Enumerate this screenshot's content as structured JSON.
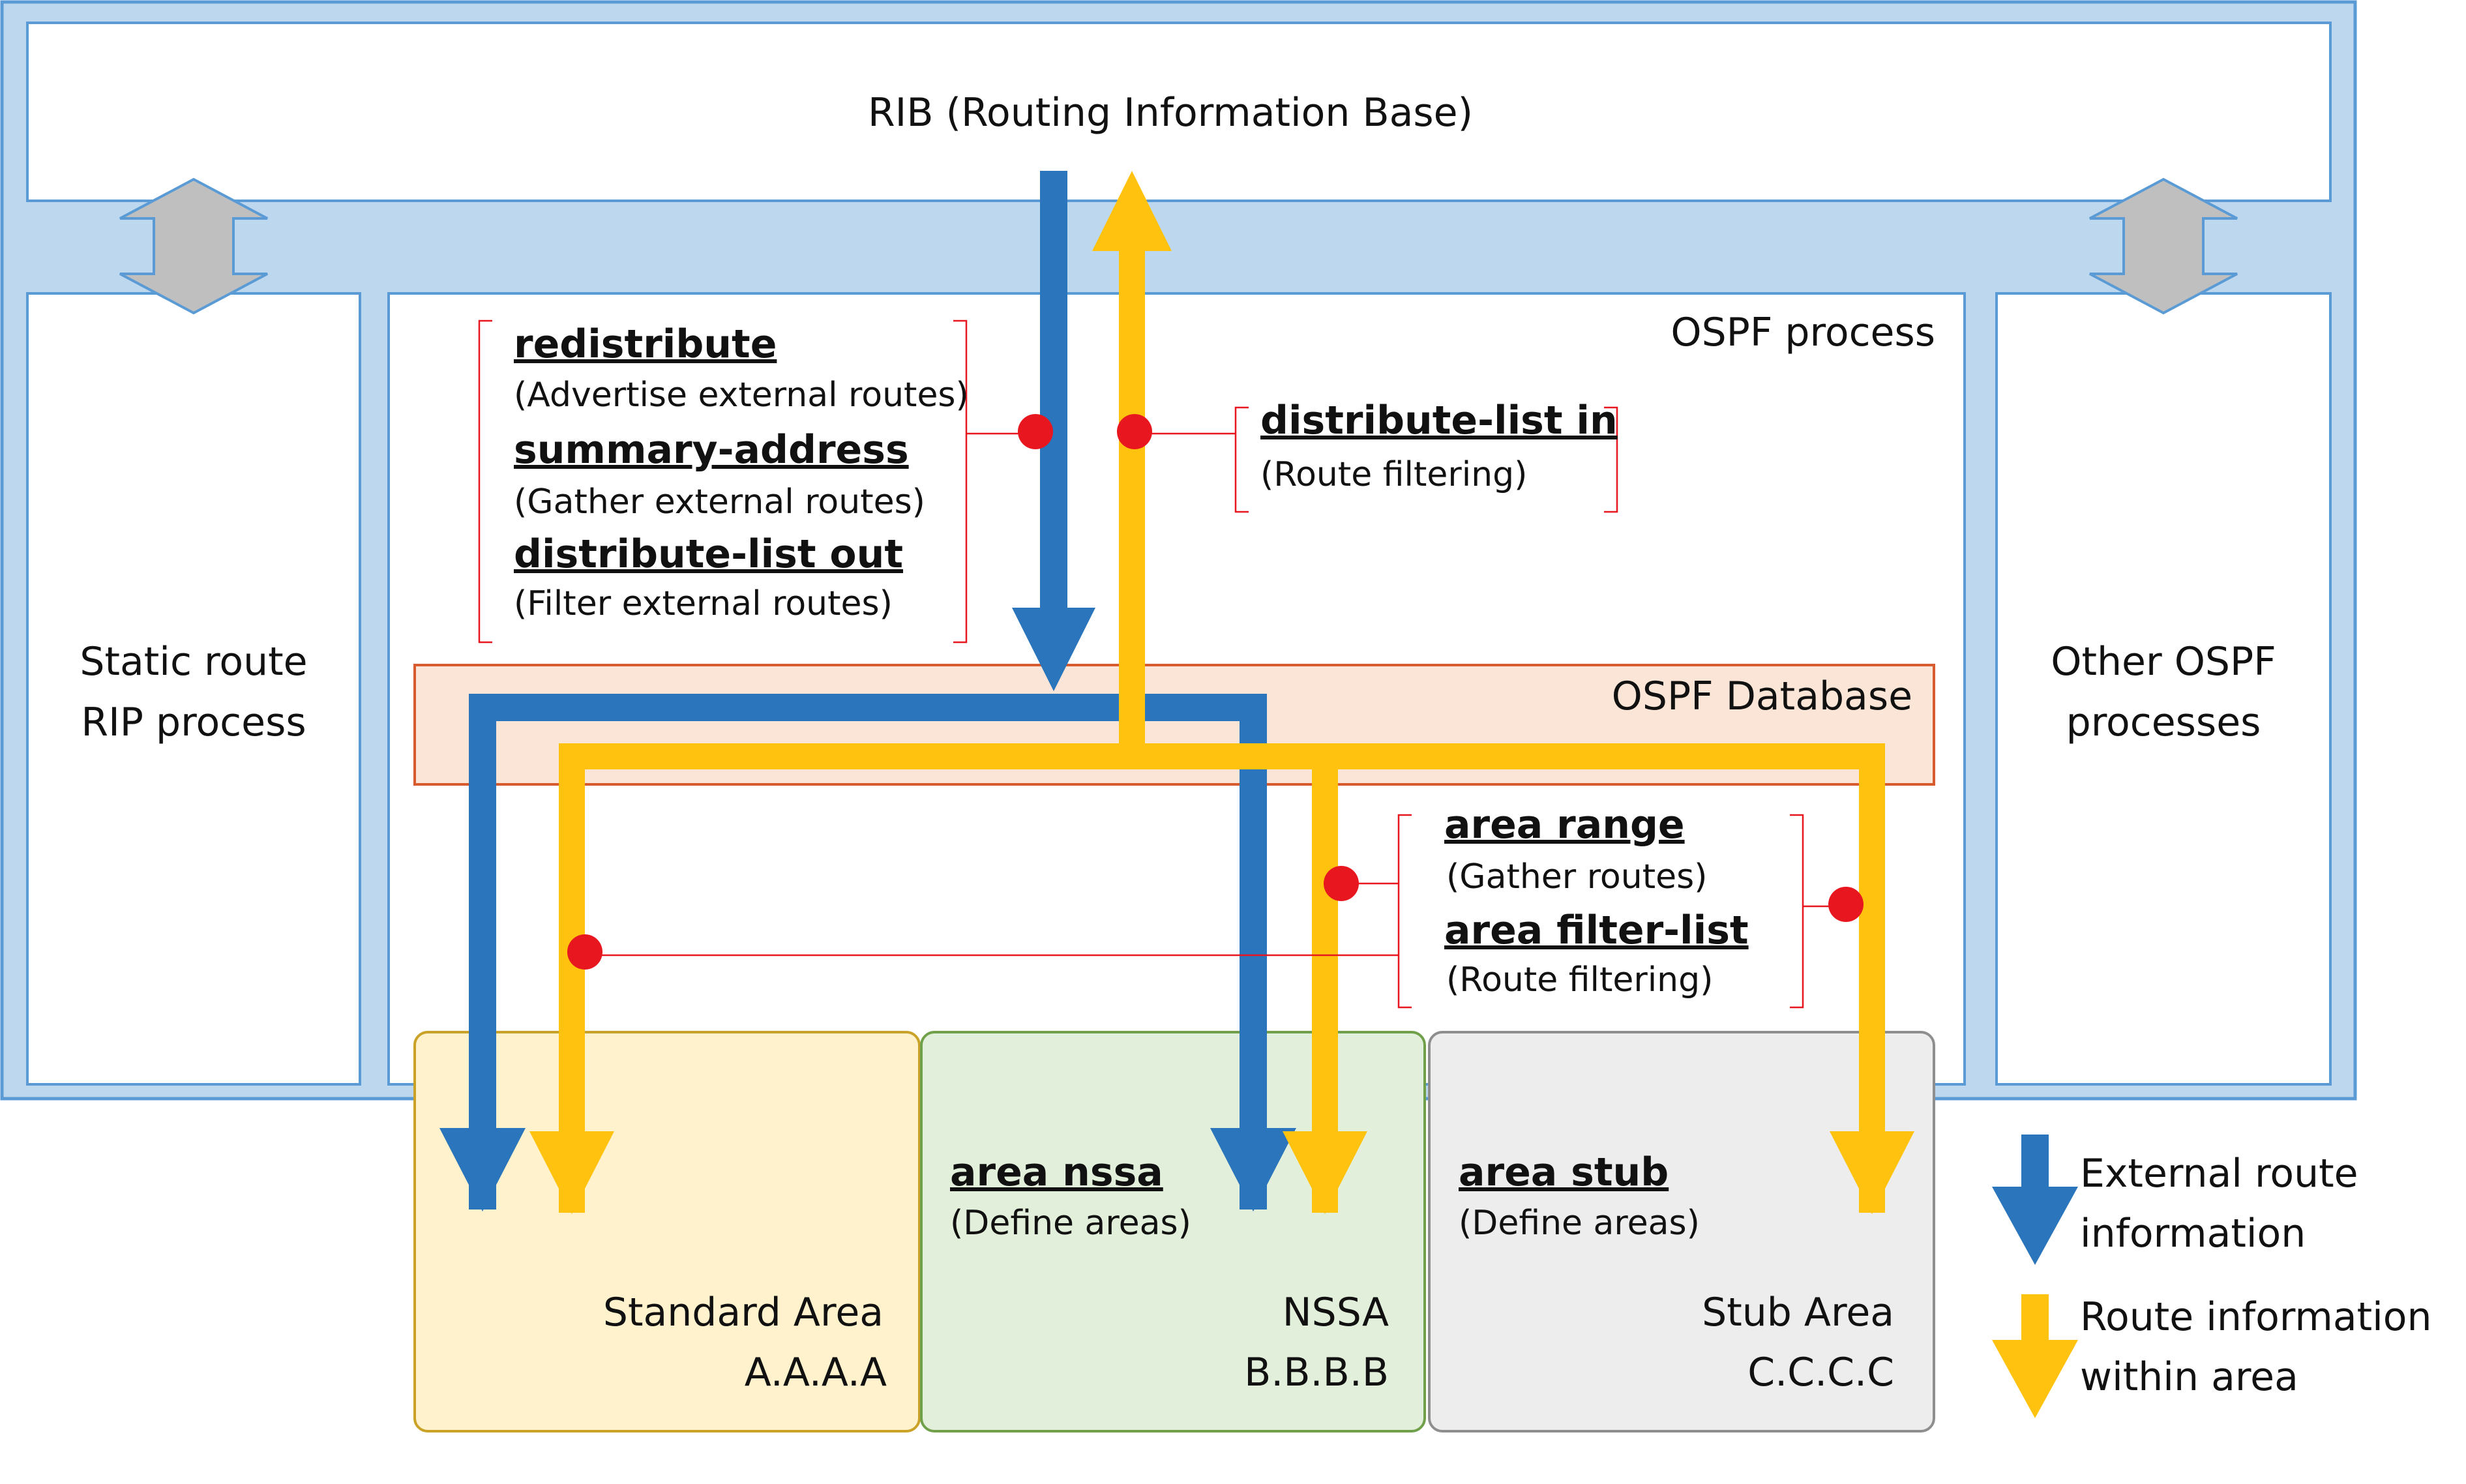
{
  "rib": {
    "title": "RIB (Routing Information Base)"
  },
  "left_panel": {
    "line1": "Static route",
    "line2": "RIP process"
  },
  "right_panel": {
    "line1": "Other OSPF",
    "line2": "processes"
  },
  "ospf_process": {
    "title": "OSPF process"
  },
  "ospf_database": {
    "title": "OSPF Database"
  },
  "external_commands": {
    "redistribute": {
      "command": "redistribute",
      "description": "(Advertise external routes)"
    },
    "summary_address": {
      "command": "summary-address",
      "description": "(Gather external routes)"
    },
    "distribute_list_out": {
      "command": "distribute-list out",
      "description": "(Filter external routes)"
    }
  },
  "distribute_list_in": {
    "command": "distribute-list in",
    "description": "(Route filtering)"
  },
  "area_commands": {
    "area_range": {
      "command": "area range",
      "description": "(Gather routes)"
    },
    "area_filter_list": {
      "command": "area filter-list",
      "description": "(Route filtering)"
    }
  },
  "areas": {
    "standard": {
      "name": "Standard Area",
      "id": "A.A.A.A"
    },
    "nssa": {
      "command": "area nssa",
      "description": "(Define areas)",
      "name": "NSSA",
      "id": "B.B.B.B"
    },
    "stub": {
      "command": "area stub",
      "description": "(Define areas)",
      "name": "Stub Area",
      "id": "C.C.C.C"
    }
  },
  "legend": {
    "external": {
      "line1": "External route",
      "line2": "information"
    },
    "internal": {
      "line1": "Route information",
      "line2": "within area"
    }
  },
  "colors": {
    "external_route": "#2A75BB",
    "internal_route": "#FFC20E",
    "frame_fill": "#BDD7EE",
    "frame_stroke": "#5B9BD5",
    "database_fill": "#FBE5D6",
    "database_stroke": "#D75B2E",
    "standard_area": "#FFF2CC",
    "nssa_area": "#E2EFDA",
    "stub_area": "#EDEDED",
    "filter_dot": "#E8161E"
  }
}
